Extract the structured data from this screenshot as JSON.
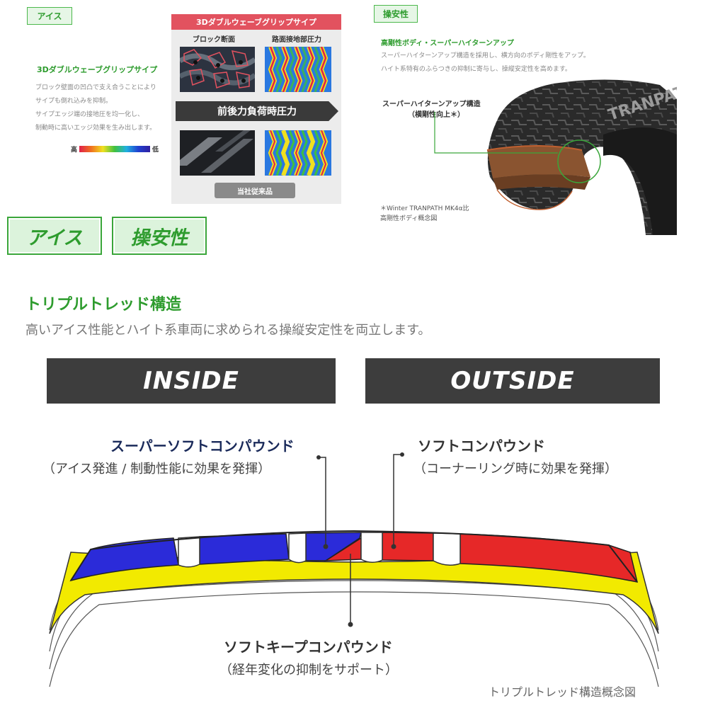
{
  "top_left": {
    "tag": "アイス",
    "heading": "3Dダブルウェーブグリップサイプ",
    "desc": [
      "ブロック壁面の凹凸で支え合うことにより",
      "サイプも倒れ込みを抑制。",
      "サイプエッジ端の接地圧を均一化し、",
      "制動時に高いエッジ効果を生み出します。"
    ],
    "scale_high": "高",
    "scale_low": "低"
  },
  "panel": {
    "title": "3Dダブルウェーブグリップサイプ",
    "label_left": "ブロック断面",
    "label_right": "路面接地部圧力",
    "banner": "前後力負荷時圧力",
    "button": "当社従来品"
  },
  "top_right": {
    "tag": "操安性",
    "heading": "高剛性ボディ・スーパーハイターンアップ",
    "desc": [
      "スーパーハイターンアップ構造を採用し、横方向のボディ剛性をアップ。",
      "ハイト系特有のふらつきの抑制に寄与し、操縦安定性を高めます。"
    ],
    "structure_label": [
      "スーパーハイターンアップ構造",
      "（横剛性向上＊）"
    ],
    "brand_text": "TRANPATH",
    "footnote": [
      "＊Winter TRANPATH MK4α比",
      "高剛性ボディ概念図"
    ]
  },
  "tags_row": {
    "ice": "アイス",
    "handling": "操安性"
  },
  "main": {
    "title": "トリプルトレッド構造",
    "subtitle": "高いアイス性能とハイト系車両に求められる操縦安定性を両立します。",
    "inside": "INSIDE",
    "outside": "OUTSIDE",
    "callout_left_main": "スーパーソフトコンパウンド",
    "callout_left_sub": "（アイス発進 / 制動性能に効果を発揮）",
    "callout_right_main": "ソフトコンパウンド",
    "callout_right_sub": "（コーナーリング時に効果を発揮）",
    "callout_bottom_main": "ソフトキープコンパウンド",
    "callout_bottom_sub": "（経年変化の抑制をサポート）",
    "caption": "トリプルトレッド構造概念図"
  },
  "colors": {
    "green": "#2e9c2e",
    "red_header": "#e2525f",
    "dark_bar": "#3d3d3d",
    "blue_compound": "#2b2bd9",
    "red_compound": "#e62828",
    "yellow_compound": "#f2ea00"
  }
}
